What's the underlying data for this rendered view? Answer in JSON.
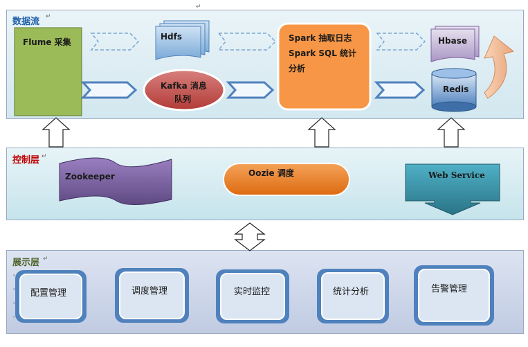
{
  "layers": {
    "data_flow": {
      "title": "数据流"
    },
    "control": {
      "title": "控制层"
    },
    "display": {
      "title": "展示层"
    }
  },
  "data_flow": {
    "flume": "Flume 采集",
    "hdfs": "Hdfs",
    "kafka_line1": "Kafka 消息",
    "kafka_line2": "队列",
    "spark_line1": "Spark 抽取日志",
    "spark_line2": "Spark SQL 统计",
    "spark_line3": "分析",
    "hbase": "Hbase",
    "redis": "Redis"
  },
  "control": {
    "zookeeper": "Zookeeper",
    "oozie": "Oozie 调度",
    "web_service": "Web Service"
  },
  "display": {
    "modules": [
      "配置管理",
      "调度管理",
      "实时监控",
      "统计分析",
      "告警管理"
    ]
  },
  "colors": {
    "flume": "#9bbb59",
    "kafka": "#c0504d",
    "spark": "#f79646",
    "oozie": "#e46c0a",
    "zookeeper": "#8064a2",
    "web_service": "#31859c",
    "module_border": "#4f81bd",
    "data_flow_title": "#1f5fa8",
    "control_title": "#c00000",
    "display_title": "#4f6228"
  },
  "paragraph_mark": "↵"
}
